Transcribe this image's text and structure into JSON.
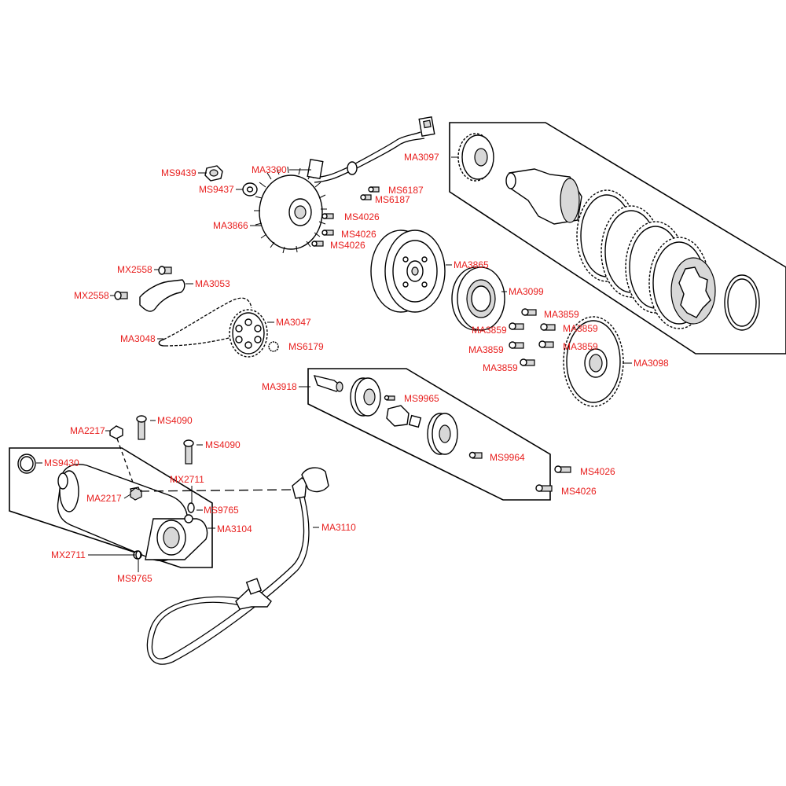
{
  "labels": {
    "ms9439": "MS9439",
    "ma3390": "MA3390",
    "ms9437": "MS9437",
    "ma3866": "MA3866",
    "ms6187a": "MS6187",
    "ms6187b": "MS6187",
    "ms4026a": "MS4026",
    "ms4026b": "MS4026",
    "ms4026c": "MS4026",
    "ma3097": "MA3097",
    "mx2558a": "MX2558",
    "ma3053": "MA3053",
    "mx2558b": "MX2558",
    "ma3865": "MA3865",
    "ma3099": "MA3099",
    "ma3047": "MA3047",
    "ma3048": "MA3048",
    "ms6179": "MS6179",
    "ma3859a": "MA3859",
    "ma3859b": "MA3859",
    "ma3859c": "MA3859",
    "ma3859d": "MA3859",
    "ma3859e": "MA3859",
    "ma3859f": "MA3859",
    "ma3098": "MA3098",
    "ma3918": "MA3918",
    "ms9965": "MS9965",
    "ms4090a": "MS4090",
    "ma2217a": "MA2217",
    "ms4090b": "MS4090",
    "ms9430": "MS9430",
    "ms9964": "MS9964",
    "ms4026d": "MS4026",
    "mx2711a": "MX2711",
    "ms4026e": "MS4026",
    "ma2217b": "MA2217",
    "ms9765a": "MS9765",
    "ma3104": "MA3104",
    "ma3110": "MA3110",
    "mx2711b": "MX2711",
    "ms9765b": "MS9765"
  },
  "colors": {
    "label": "#e8201f",
    "line": "#000000",
    "background": "#ffffff"
  }
}
